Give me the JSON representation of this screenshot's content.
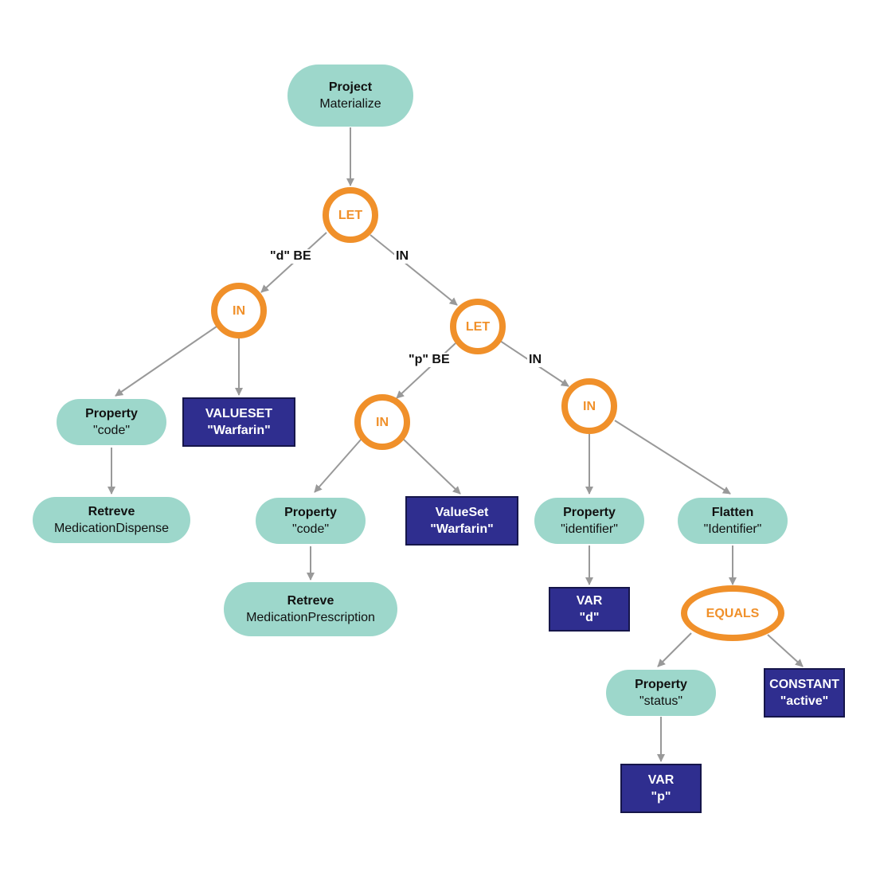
{
  "nodes": {
    "project": {
      "title": "Project",
      "subtitle": "Materialize"
    },
    "let_root": {
      "label": "LET"
    },
    "in_left": {
      "label": "IN"
    },
    "property_code_left": {
      "title": "Property",
      "subtitle": "\"code\""
    },
    "retreve_dispense": {
      "title": "Retreve",
      "subtitle": "MedicationDispense"
    },
    "valueset_warfarin_upper": {
      "line1": "VALUESET",
      "line2": "\"Warfarin\""
    },
    "let_inner": {
      "label": "LET"
    },
    "in_mid": {
      "label": "IN"
    },
    "property_code_mid": {
      "title": "Property",
      "subtitle": "\"code\""
    },
    "retreve_prescription": {
      "title": "Retreve",
      "subtitle": "MedicationPrescription"
    },
    "valueset_warfarin_mixed": {
      "line1": "ValueSet",
      "line2": "\"Warfarin\""
    },
    "in_right": {
      "label": "IN"
    },
    "property_identifier": {
      "title": "Property",
      "subtitle": "\"identifier\""
    },
    "var_d": {
      "line1": "VAR",
      "line2": "\"d\""
    },
    "flatten_identifier": {
      "title": "Flatten",
      "subtitle": "\"Identifier\""
    },
    "equals": {
      "label": "EQUALS"
    },
    "property_status": {
      "title": "Property",
      "subtitle": "\"status\""
    },
    "var_p": {
      "line1": "VAR",
      "line2": "\"p\""
    },
    "constant_active": {
      "line1": "CONSTANT",
      "line2": "\"active\""
    }
  },
  "edge_labels": {
    "d_be": "\"d\" BE",
    "in_1": "IN",
    "p_be": "\"p\" BE",
    "in_2": "IN"
  },
  "colors": {
    "operation_pill": "#9dd7cb",
    "operator_ring": "#f0902a",
    "literal_box": "#2f2e8f",
    "edge": "#999999"
  }
}
